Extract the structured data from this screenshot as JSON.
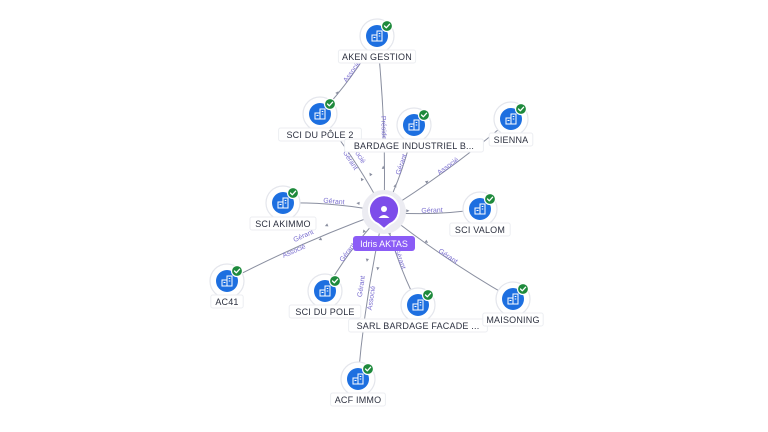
{
  "center": {
    "label": "Idris AKTAS",
    "icon": "person-icon",
    "color": "#7d4dea"
  },
  "entities": [
    {
      "id": "aken",
      "label": "AKEN GESTION",
      "icon": "building-icon",
      "verified": true
    },
    {
      "id": "scipole2",
      "label": "SCI DU PÔLE 2",
      "icon": "building-icon",
      "verified": true
    },
    {
      "id": "bardage",
      "label": "BARDAGE INDUSTRIEL B...",
      "icon": "building-icon",
      "verified": true
    },
    {
      "id": "sienna",
      "label": "SIENNA",
      "icon": "building-icon",
      "verified": true
    },
    {
      "id": "akimmo",
      "label": "SCI AKIMMO",
      "icon": "building-icon",
      "verified": true
    },
    {
      "id": "valom",
      "label": "SCI VALOM",
      "icon": "building-icon",
      "verified": true
    },
    {
      "id": "ac41",
      "label": "AC41",
      "icon": "building-icon",
      "verified": true
    },
    {
      "id": "scipole",
      "label": "SCI DU POLE",
      "icon": "building-icon",
      "verified": true
    },
    {
      "id": "sarl",
      "label": "SARL BARDAGE FACADE ...",
      "icon": "building-icon",
      "verified": true
    },
    {
      "id": "maisoning",
      "label": "MAISONING",
      "icon": "building-icon",
      "verified": true
    },
    {
      "id": "acf",
      "label": "ACF IMMO",
      "icon": "building-icon",
      "verified": true
    }
  ],
  "relations": [
    {
      "from": "center",
      "to": "aken",
      "labels": [
        "Présidente"
      ]
    },
    {
      "from": "center",
      "to": "scipole2",
      "labels": [
        "Gérant",
        "Associé"
      ]
    },
    {
      "from": "center",
      "to": "bardage",
      "labels": [
        "Gérant"
      ]
    },
    {
      "from": "center",
      "to": "sienna",
      "labels": [
        "Associé"
      ]
    },
    {
      "from": "center",
      "to": "akimmo",
      "labels": [
        "Gérant"
      ]
    },
    {
      "from": "center",
      "to": "valom",
      "labels": [
        "Gérant"
      ]
    },
    {
      "from": "center",
      "to": "ac41",
      "labels": [
        "Gérant",
        "Associé"
      ]
    },
    {
      "from": "center",
      "to": "scipole",
      "labels": [
        "Gérant"
      ]
    },
    {
      "from": "center",
      "to": "sarl",
      "labels": [
        "Gérant"
      ]
    },
    {
      "from": "center",
      "to": "maisoning",
      "labels": [
        "Gérant"
      ]
    },
    {
      "from": "center",
      "to": "acf",
      "labels": [
        "Gérant",
        "Associé"
      ]
    },
    {
      "from": "scipole2",
      "to": "aken",
      "labels": [
        "Associé"
      ]
    }
  ],
  "colors": {
    "entity": "#1d6fe0",
    "verified": "#1e8a3c",
    "edge_label": "#7b6fd0",
    "edge": "#8a8fa0"
  }
}
